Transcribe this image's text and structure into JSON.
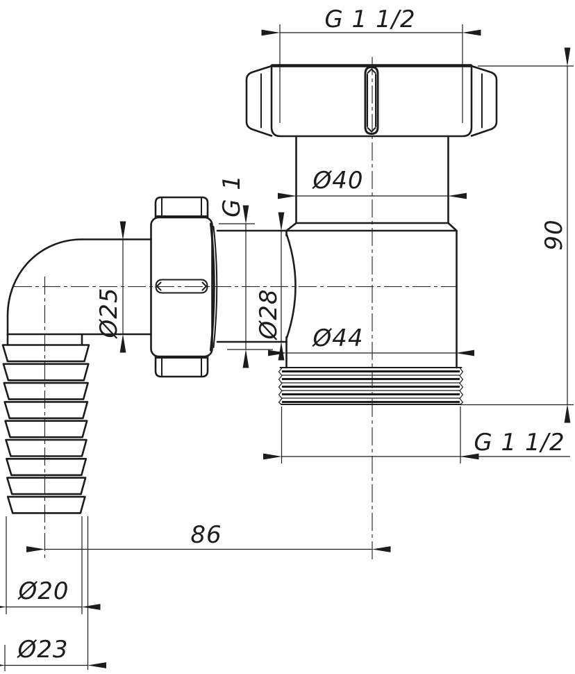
{
  "drawing": {
    "description": "Technical drawing of an angled drain pipe fitting with union nut and hose barb",
    "ink_color": "#1c1c1c",
    "paper_color": "#ffffff",
    "dimensions": {
      "top_thread": "G 1 1/2",
      "neck_diameter": "Ø40",
      "overall_height": "90",
      "inlet_diameter": "Ø25",
      "union_thread": "G 1",
      "pipe_diameter": "Ø28",
      "body_diameter": "Ø44",
      "outlet_thread": "G 1 1/2",
      "center_distance": "86",
      "barb_min_diameter": "Ø20",
      "barb_max_diameter": "Ø23"
    }
  }
}
